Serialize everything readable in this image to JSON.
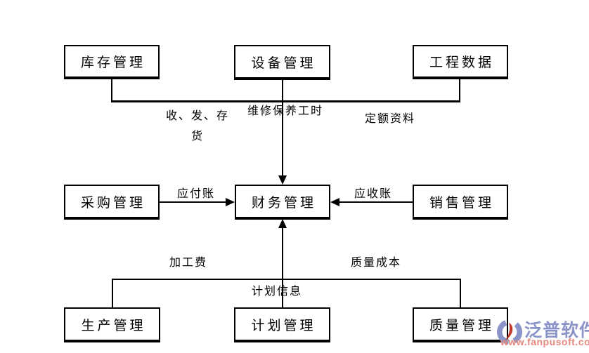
{
  "diagram": {
    "nodes": [
      {
        "id": "inventory",
        "label": "库存管理"
      },
      {
        "id": "equipment",
        "label": "设备管理"
      },
      {
        "id": "engineering",
        "label": "工程数据"
      },
      {
        "id": "purchase",
        "label": "采购管理"
      },
      {
        "id": "finance",
        "label": "财务管理"
      },
      {
        "id": "sales",
        "label": "销售管理"
      },
      {
        "id": "production",
        "label": "生产管理"
      },
      {
        "id": "planning",
        "label": "计划管理"
      },
      {
        "id": "quality",
        "label": "质量管理"
      }
    ],
    "edge_labels": {
      "inventory_to_finance_line1": "收、发、存",
      "inventory_to_finance_line2": "货",
      "equipment_to_finance": "维修保养工时",
      "engineering_to_finance": "定额资料",
      "purchase_to_finance": "应付账",
      "sales_to_finance": "应收账",
      "production_to_finance": "加工费",
      "quality_to_finance": "质量成本",
      "planning_to_finance": "计划信息"
    }
  },
  "logo": {
    "brand": "泛普软件",
    "url": "www.fanpusoft.com"
  },
  "colors": {
    "line": "#000000",
    "background": "#ffffff",
    "brand_blue": "#8a94c8",
    "brand_red": "#c0392b",
    "url_red": "#e5897e"
  }
}
